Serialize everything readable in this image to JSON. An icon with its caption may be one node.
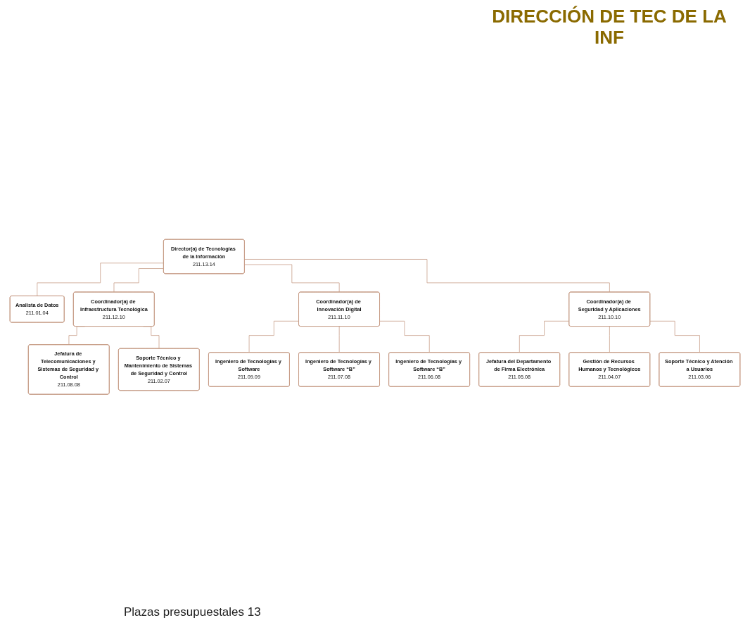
{
  "diagram": {
    "title": "DIRECCIÓN DE TEC DE LA INF",
    "nodes": [
      {
        "text": [
          "Director(a) de Tecnologías de la Información",
          "211.13.14"
        ]
      },
      {
        "text": [
          "Analista de Datos",
          "211.01.04"
        ]
      },
      {
        "text": [
          "Coordinador(a) de Infraestructura Tecnológica",
          "211.12.10"
        ]
      },
      {
        "text": [
          "Coordinador(a) de Innovación Digital",
          "211.11.10"
        ]
      },
      {
        "text": [
          "Coordinador(a) de Seguridad y Aplicaciones",
          "211.10.10"
        ]
      },
      {
        "text": [
          "Jefatura de Telecomunicaciones y Sistemas de Seguridad y Control",
          "211.08.08"
        ]
      },
      {
        "text": [
          "Soporte Técnico y Mantenimiento de Sistemas de Seguridad y Control",
          "211.02.07"
        ]
      },
      {
        "text": [
          "Ingeniero de Tecnologías y Software",
          "211.09.09"
        ]
      },
      {
        "text": [
          "Ingeniero de Tecnologías y Software “B”",
          "211.07.08"
        ]
      },
      {
        "text": [
          "Ingeniero de Tecnologías y Software “B”",
          "211.06.08"
        ]
      },
      {
        "text": [
          "Jefatura del Departamento de Firma Electrónica",
          "211.05.08"
        ]
      },
      {
        "text": [
          "Gestión de Recursos Humanos y Tecnológicos",
          "211.04.07"
        ]
      },
      {
        "text": [
          "Soporte Técnico y Atención a Usuarios",
          "211.03.06"
        ]
      }
    ],
    "edges": [
      {
        "from": 0,
        "to": 1,
        "arrow": "none"
      },
      {
        "from": 0,
        "to": 2,
        "arrow": "none"
      },
      {
        "from": 0,
        "to": 3,
        "arrow": "none"
      },
      {
        "from": 0,
        "to": 4,
        "arrow": "none"
      },
      {
        "from": 2,
        "to": 5,
        "arrow": "none"
      },
      {
        "from": 2,
        "to": 6,
        "arrow": "none"
      },
      {
        "from": 3,
        "to": 7,
        "arrow": "none"
      },
      {
        "from": 3,
        "to": 8,
        "arrow": "none"
      },
      {
        "from": 3,
        "to": 9,
        "arrow": "none"
      },
      {
        "from": 4,
        "to": 10,
        "arrow": "none"
      },
      {
        "from": 4,
        "to": 11,
        "arrow": "none"
      },
      {
        "from": 4,
        "to": 12,
        "arrow": "none"
      }
    ],
    "labels": [
      "Plazas presupuestales 13"
    ]
  }
}
